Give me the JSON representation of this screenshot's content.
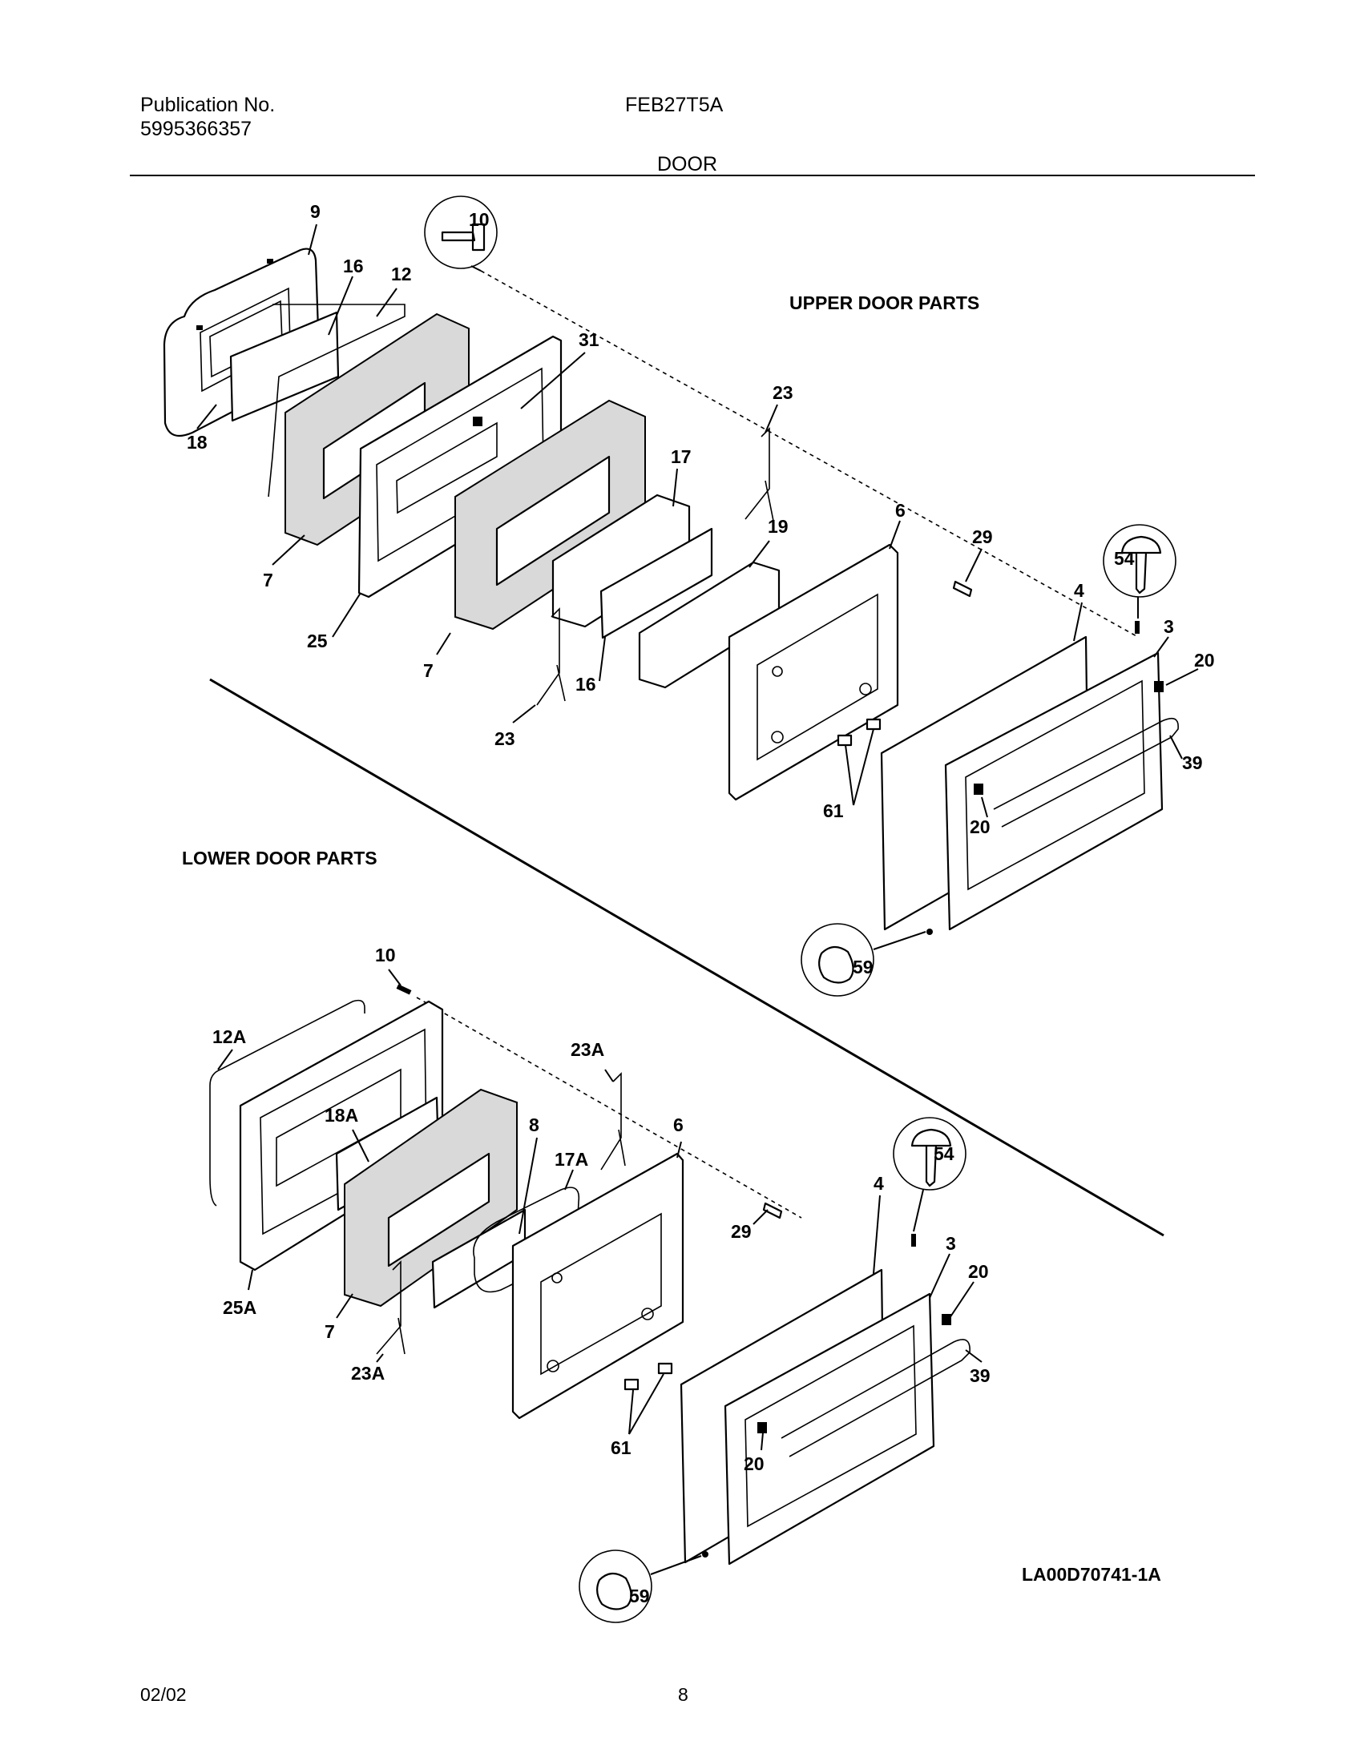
{
  "header": {
    "pub_label": "Publication No.",
    "pub_number": "5995366357",
    "model": "FEB27T5A",
    "section_title": "DOOR"
  },
  "sections": {
    "upper": "UPPER DOOR PARTS",
    "lower": "LOWER DOOR PARTS"
  },
  "callouts": {
    "upper": {
      "p9": "9",
      "p10": "10",
      "p16a": "16",
      "p12": "12",
      "p31": "31",
      "p18": "18",
      "p23a": "23",
      "p17": "17",
      "p19": "19",
      "p6": "6",
      "p29": "29",
      "p54": "54",
      "p3": "3",
      "p20a": "20",
      "p4": "4",
      "p7a": "7",
      "p25": "25",
      "p7b": "7",
      "p16b": "16",
      "p23b": "23",
      "p39": "39",
      "p20b": "20",
      "p61": "61",
      "p59": "59"
    },
    "lower": {
      "p10": "10",
      "p12a": "12A",
      "p18a": "18A",
      "p8": "8",
      "p23a1": "23A",
      "p6": "6",
      "p17a": "17A",
      "p54": "54",
      "p29": "29",
      "p4": "4",
      "p3": "3",
      "p20a": "20",
      "p39": "39",
      "p25a": "25A",
      "p7": "7",
      "p23a2": "23A",
      "p20b": "20",
      "p61": "61",
      "p59": "59"
    }
  },
  "drawing_id": "LA00D70741-1A",
  "footer": {
    "date": "02/02",
    "page": "8"
  }
}
